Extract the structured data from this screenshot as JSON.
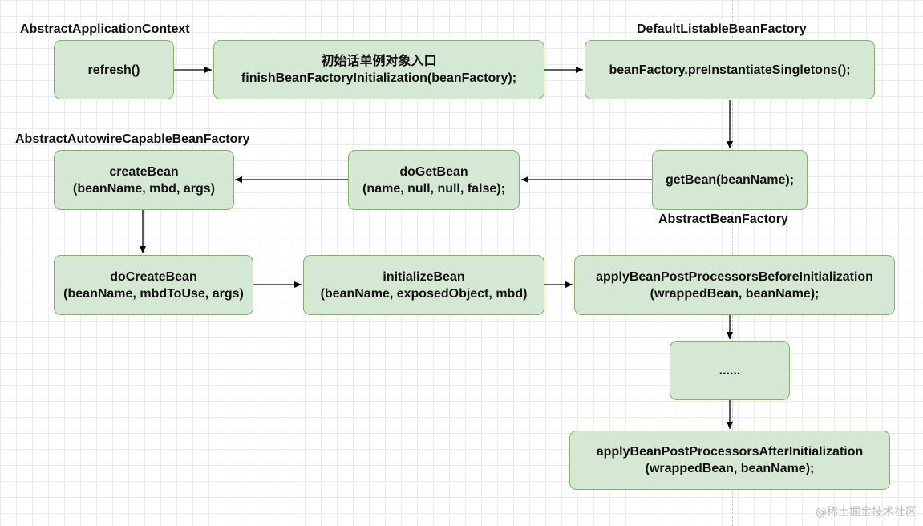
{
  "labels": {
    "abstract_application_context": "AbstractApplicationContext",
    "default_listable_bean_factory": "DefaultListableBeanFactory",
    "abstract_autowire_capable_bean_factory": "AbstractAutowireCapableBeanFactory",
    "abstract_bean_factory": "AbstractBeanFactory"
  },
  "nodes": {
    "refresh": {
      "line1": "refresh()"
    },
    "finish": {
      "line1": "初始话单例对象入口",
      "line2": "finishBeanFactoryInitialization(beanFactory);"
    },
    "preinstantiate": {
      "line1": "beanFactory.preInstantiateSingletons();"
    },
    "get_bean": {
      "line1": "getBean(beanName);"
    },
    "do_get_bean": {
      "line1": "doGetBean",
      "line2": "(name, null, null, false);"
    },
    "create_bean": {
      "line1": "createBean",
      "line2": "(beanName, mbd, args)"
    },
    "do_create_bean": {
      "line1": "doCreateBean",
      "line2": "(beanName, mbdToUse, args)"
    },
    "initialize_bean": {
      "line1": "initializeBean",
      "line2": "(beanName, exposedObject, mbd)"
    },
    "apply_before": {
      "line1": "applyBeanPostProcessorsBeforeInitialization",
      "line2": "(wrappedBean, beanName);"
    },
    "ellipsis": {
      "line1": "......"
    },
    "apply_after": {
      "line1": "applyBeanPostProcessorsAfterInitialization",
      "line2": "(wrappedBean, beanName);"
    }
  },
  "watermark": "@稀土掘金技术社区",
  "colors": {
    "box_fill": "#d5e8d4",
    "box_border": "#82b366",
    "arrow": "#000000"
  }
}
